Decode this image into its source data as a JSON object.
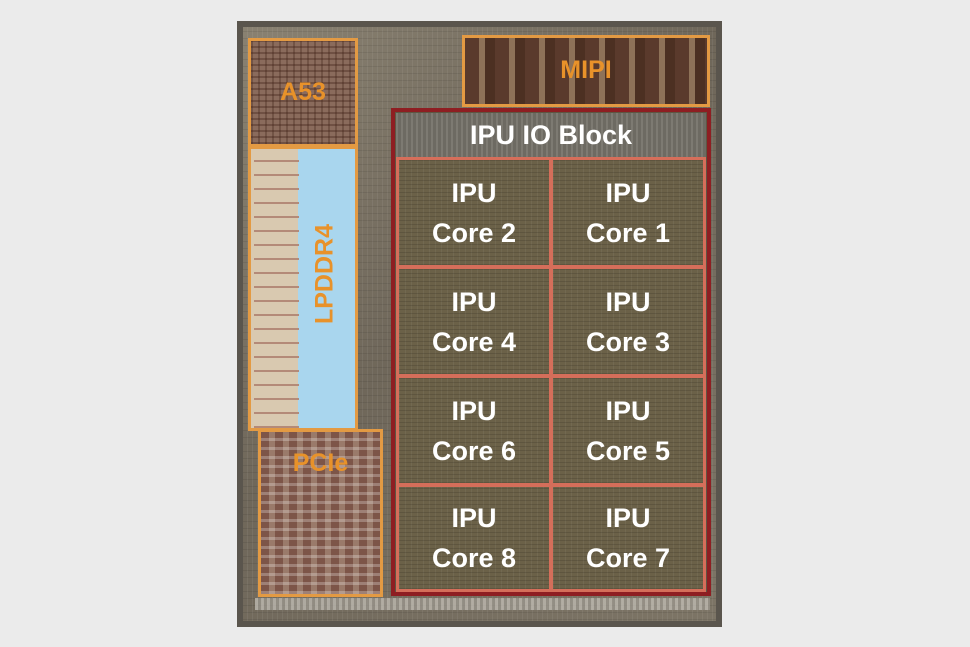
{
  "blocks": {
    "a53": "A53",
    "mipi": "MIPI",
    "lpddr4": "LPDDR4",
    "pcie": "PCIe",
    "ipu_io": "IPU IO Block"
  },
  "cores": [
    {
      "line1": "IPU",
      "line2": "Core 2"
    },
    {
      "line1": "IPU",
      "line2": "Core 1"
    },
    {
      "line1": "IPU",
      "line2": "Core 4"
    },
    {
      "line1": "IPU",
      "line2": "Core 3"
    },
    {
      "line1": "IPU",
      "line2": "Core 6"
    },
    {
      "line1": "IPU",
      "line2": "Core 5"
    },
    {
      "line1": "IPU",
      "line2": "Core 8"
    },
    {
      "line1": "IPU",
      "line2": "Core 7"
    }
  ],
  "colors": {
    "peripheral_outline": "#e39a43",
    "peripheral_label": "#e8922a",
    "ipu_outline": "#8e1e22",
    "core_border": "#d56e5a"
  }
}
